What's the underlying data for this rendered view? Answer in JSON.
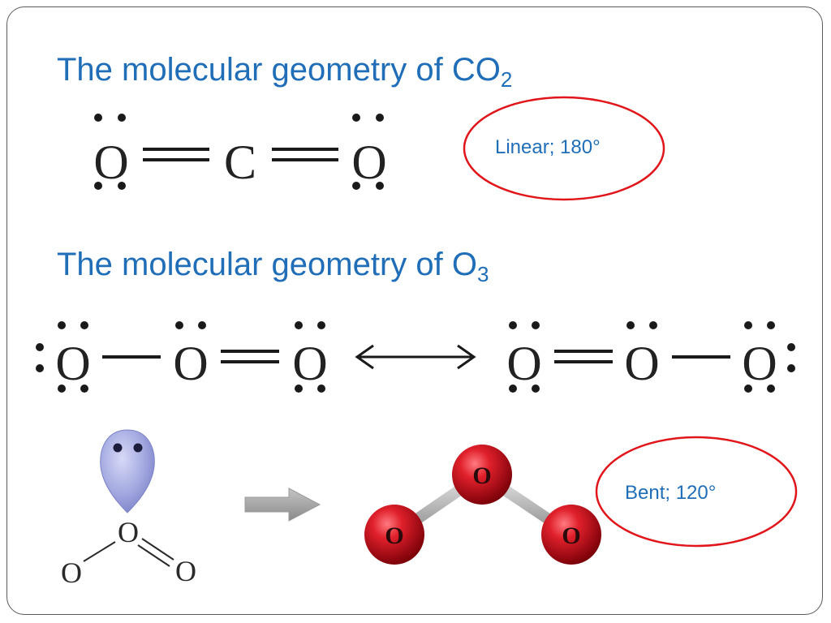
{
  "slide": {
    "title_co2": {
      "text": "The molecular geometry of CO",
      "subscript": "2"
    },
    "title_o3": {
      "text": "The molecular geometry of O",
      "subscript": "3"
    },
    "co2_geometry_label": "Linear; 180°",
    "o3_geometry_label": "Bent; 120°",
    "atoms": {
      "oxygen": "O",
      "carbon": "C"
    },
    "colors": {
      "heading": "#1f6eb7",
      "oval_outline": "#e0161b",
      "ball": "#d0141f",
      "lone_pair_lobe": "#9fa4de",
      "arrow": "#9c9c9c"
    }
  }
}
